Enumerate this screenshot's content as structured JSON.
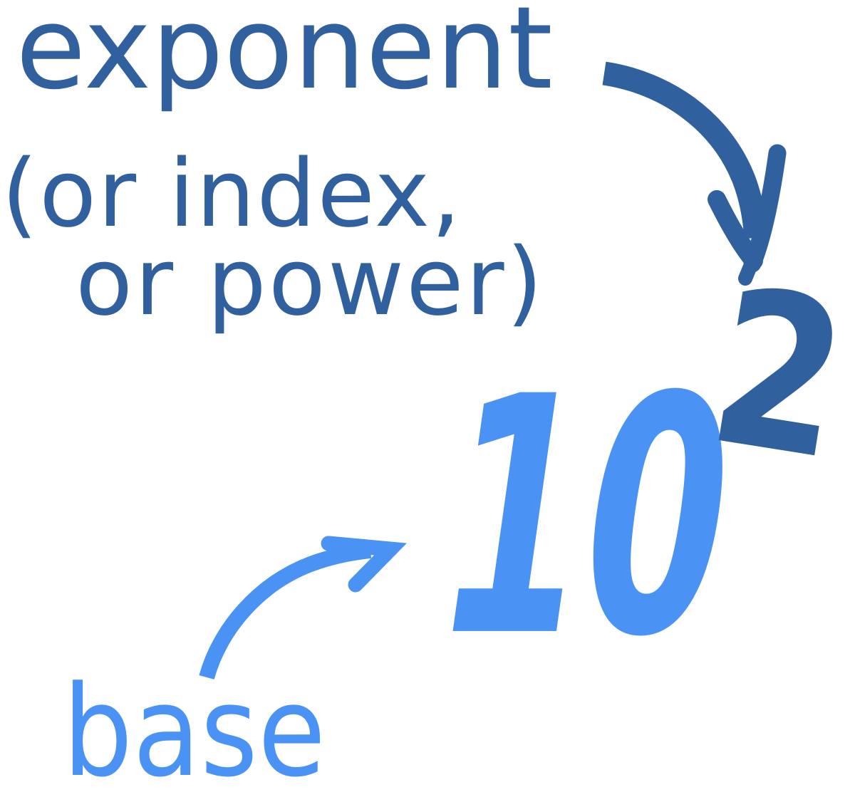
{
  "colors": {
    "dark_blue": "#30609E",
    "light_blue": "#4A93F5",
    "background": "#FFFFFF"
  },
  "labels": {
    "exponent": "exponent",
    "exponent_alt_line1": "(or index,",
    "exponent_alt_line2": "or power)",
    "base": "base"
  },
  "expression": {
    "base": "10",
    "exponent": "2"
  },
  "icons": {
    "exponent_arrow": "curved-arrow-down-right",
    "base_arrow": "curved-arrow-up-right"
  }
}
